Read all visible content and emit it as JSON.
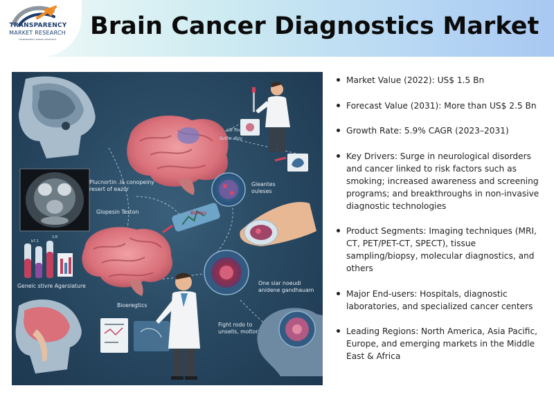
{
  "logo": {
    "line1": "TRANSPARENCY",
    "line2": "MARKET RESEARCH",
    "line3": "TRANSPARENCY MARKET RESEARCH",
    "colors": {
      "navy": "#1a3d6d",
      "orange": "#f08a24",
      "gray": "#8d959e"
    }
  },
  "title": "Brain Cancer Diagnostics Market",
  "illustration": {
    "labels": {
      "top_left": "Plucnortin .la conopeiny\nresert of eazor",
      "middle": "Glopesin Teston",
      "biopsy": "Biorisy",
      "right_top": "Gleantes\nouleses",
      "left_bottom": "Geneic stivre Agarslature",
      "center_bottom": "Bioeregtics",
      "right_mid": "One siar noeudi\nanidene gandhauam",
      "right_bottom": "Fight rodo to\nunsells, molton",
      "vial_labels": [
        "b7,1",
        "2,8"
      ]
    }
  },
  "bullets": [
    "Market Value (2022): US$ 1.5 Bn",
    "Forecast Value (2031): More than US$ 2.5 Bn",
    "Growth Rate: 5.9% CAGR (2023–2031)",
    "Key Drivers: Surge in neurological disorders and cancer linked to risk factors such as smoking; increased awareness and screening programs; and breakthroughs in non-invasive diagnostic technologies",
    "Product Segments: Imaging techniques (MRI, CT, PET/PET-CT, SPECT), tissue sampling/biopsy, molecular diagnostics, and others",
    "Major End-users: Hospitals, diagnostic laboratories, and specialized cancer centers",
    "Leading Regions: North America, Asia Pacific, Europe, and emerging markets in the Middle East & Africa"
  ]
}
